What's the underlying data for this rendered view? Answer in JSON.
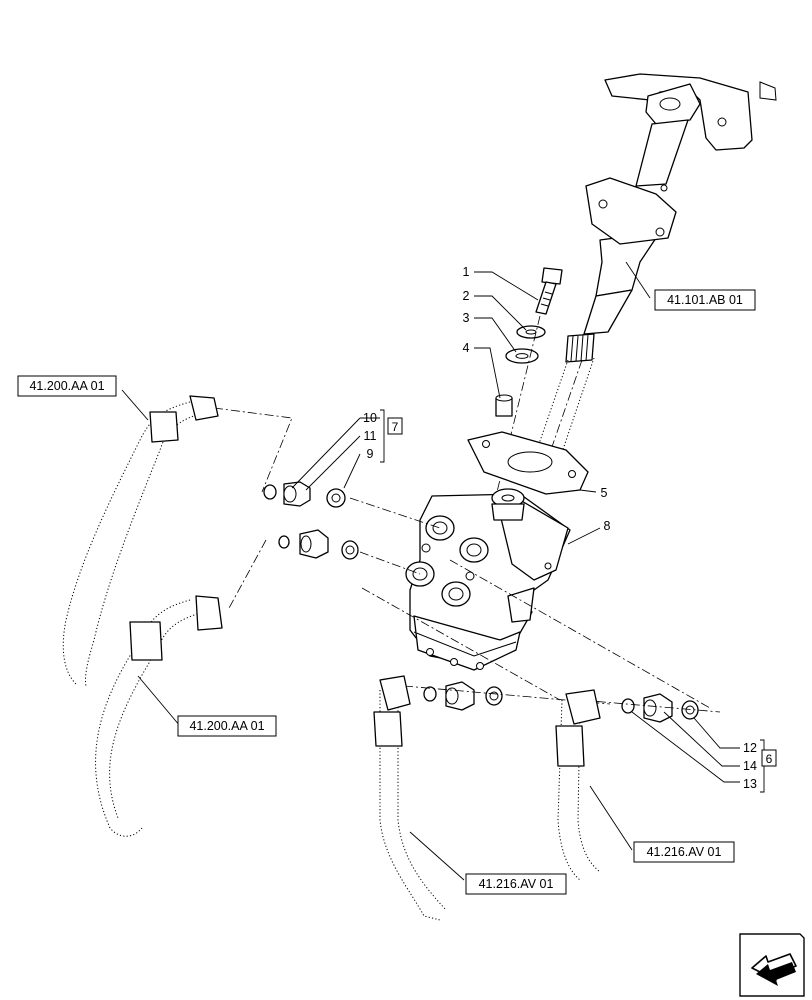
{
  "references": {
    "steering_column": "41.101.AB 01",
    "hose_upper": "41.200.AA 01",
    "hose_lower": "41.200.AA 01",
    "hose_bottom_left": "41.216.AV 01",
    "hose_bottom_right": "41.216.AV 01"
  },
  "callouts": {
    "c1": "1",
    "c2": "2",
    "c3": "3",
    "c4": "4",
    "c5": "5",
    "c8": "8",
    "c10": "10",
    "c11": "11",
    "c9": "9",
    "c12": "12",
    "c14": "14",
    "c13": "13"
  },
  "groups": {
    "g7": "7",
    "g6": "6"
  },
  "nav_icon": "arrow-previous-page-icon"
}
